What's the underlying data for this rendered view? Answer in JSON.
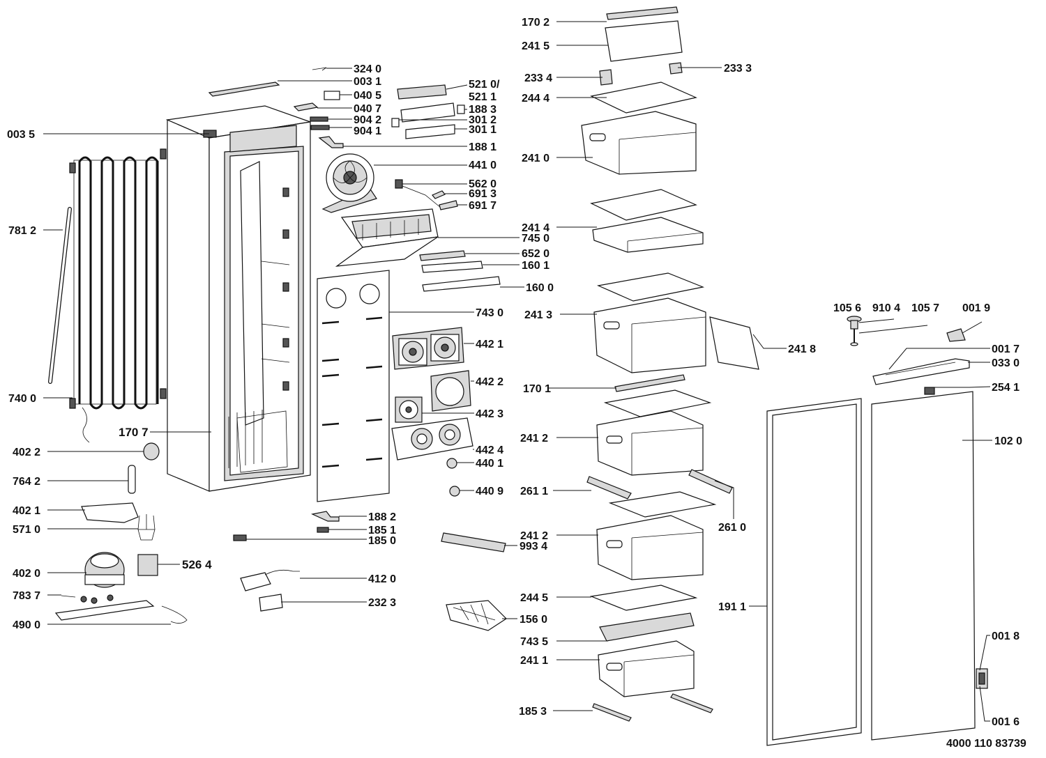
{
  "drawing_number": "4000 110 83739",
  "labels": {
    "l1702": "170 2",
    "l2415": "241 5",
    "l2334": "233 4",
    "l2333": "233 3",
    "l2444": "244 4",
    "l2410": "241 0",
    "l2414": "241 4",
    "l2413": "241 3",
    "l2418": "241 8",
    "l1701": "170 1",
    "l2412a": "241 2",
    "l2611": "261 1",
    "l2610": "261 0",
    "l2412b": "241 2",
    "l9934": "993 4",
    "l2445": "244 5",
    "l1560": "156 0",
    "l7435": "743 5",
    "l2411": "241 1",
    "l1853": "185 3",
    "l1911": "191 1",
    "l1020": "102 0",
    "l2541": "254 1",
    "l1056": "105 6",
    "l9104": "910 4",
    "l1057": "105 7",
    "l0019": "001 9",
    "l0017": "001 7",
    "l0330": "033 0",
    "l0018": "001 8",
    "l0016": "001 6",
    "l3240": "324 0",
    "l0031": "003 1",
    "l0405": "040 5",
    "l0407": "040 7",
    "l9042": "904 2",
    "l9041": "904 1",
    "l5210": "521 0/",
    "l5211": "521 1",
    "l1883": "188 3",
    "l3012": "301 2",
    "l3011": "301 1",
    "l1881": "188 1",
    "l4410": "441 0",
    "l5620": "562 0",
    "l6913": "691 3",
    "l6917": "691 7",
    "l7450": "745 0",
    "l6520": "652 0",
    "l1601": "160 1",
    "l1600": "160 0",
    "l7430": "743 0",
    "l4421": "442 1",
    "l4422": "442 2",
    "l4423": "442 3",
    "l4424": "442 4",
    "l4401": "440 1",
    "l4409": "440 9",
    "l1882": "188 2",
    "l1851": "185 1",
    "l1850": "185 0",
    "l4120": "412 0",
    "l2323": "232 3",
    "l5264": "526 4",
    "l0035": "003 5",
    "l7812": "781 2",
    "l7400": "740 0",
    "l1707": "170 7",
    "l4022": "402 2",
    "l7642": "764 2",
    "l4021": "402 1",
    "l5710": "571 0",
    "l4020": "402 0",
    "l7837": "783 7",
    "l4900": "490 0"
  }
}
